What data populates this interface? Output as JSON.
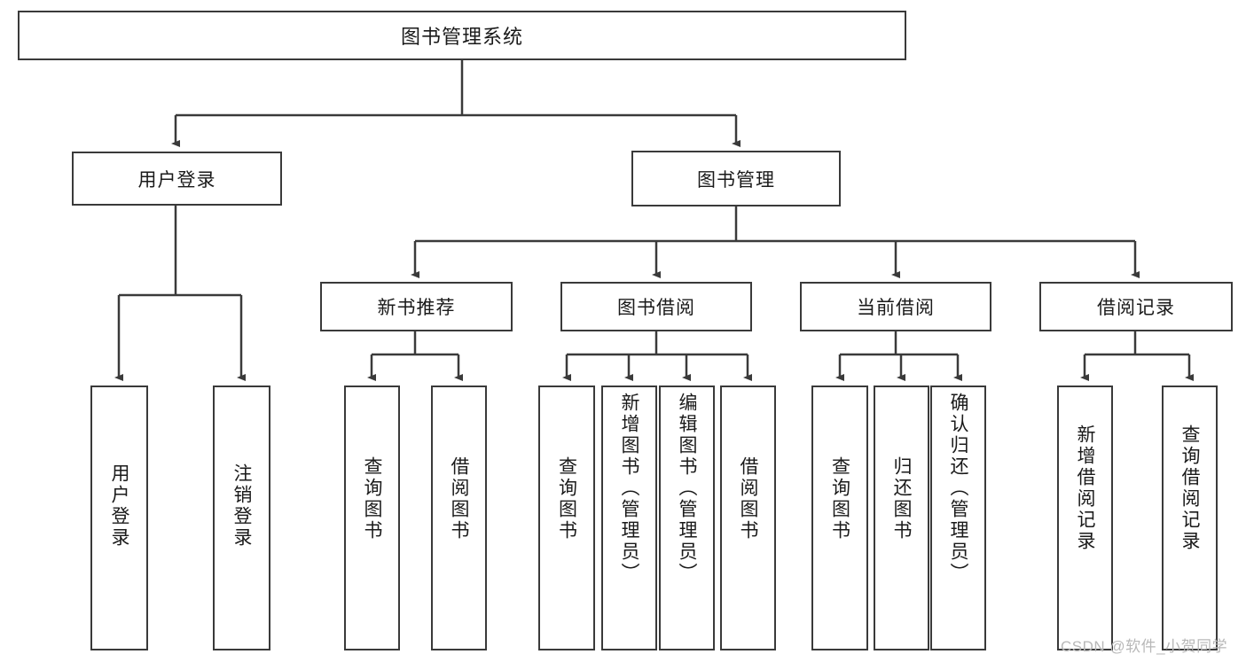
{
  "diagram": {
    "type": "tree-hierarchy",
    "title": "图书管理系统",
    "root": {
      "label": "图书管理系统"
    },
    "level1": [
      {
        "label": "用户登录"
      },
      {
        "label": "图书管理"
      }
    ],
    "level2": [
      {
        "label": "新书推荐"
      },
      {
        "label": "图书借阅"
      },
      {
        "label": "当前借阅"
      },
      {
        "label": "借阅记录"
      }
    ],
    "leaves": {
      "user_login": [
        {
          "label": "用户登录"
        },
        {
          "label": "注销登录"
        }
      ],
      "new_book_recommend": [
        {
          "label": "查询图书"
        },
        {
          "label": "借阅图书"
        }
      ],
      "book_borrow": [
        {
          "label": "查询图书"
        },
        {
          "label": "新增图书（管理员）"
        },
        {
          "label": "编辑图书（管理员）"
        },
        {
          "label": "借阅图书"
        }
      ],
      "current_borrow": [
        {
          "label": "查询图书"
        },
        {
          "label": "归还图书"
        },
        {
          "label": "确认归还（管理员）"
        }
      ],
      "borrow_record": [
        {
          "label": "新增借阅记录"
        },
        {
          "label": "查询借阅记录"
        }
      ]
    }
  },
  "watermark": {
    "text": "CSDN @软件_小贺同学"
  },
  "colors": {
    "background": "#ffffff",
    "box_border": "#3a3a3a",
    "box_fill": "#ffffff",
    "connector": "#3a3a3a",
    "text": "#1a1a1a",
    "watermark": "#b8b8b8"
  }
}
